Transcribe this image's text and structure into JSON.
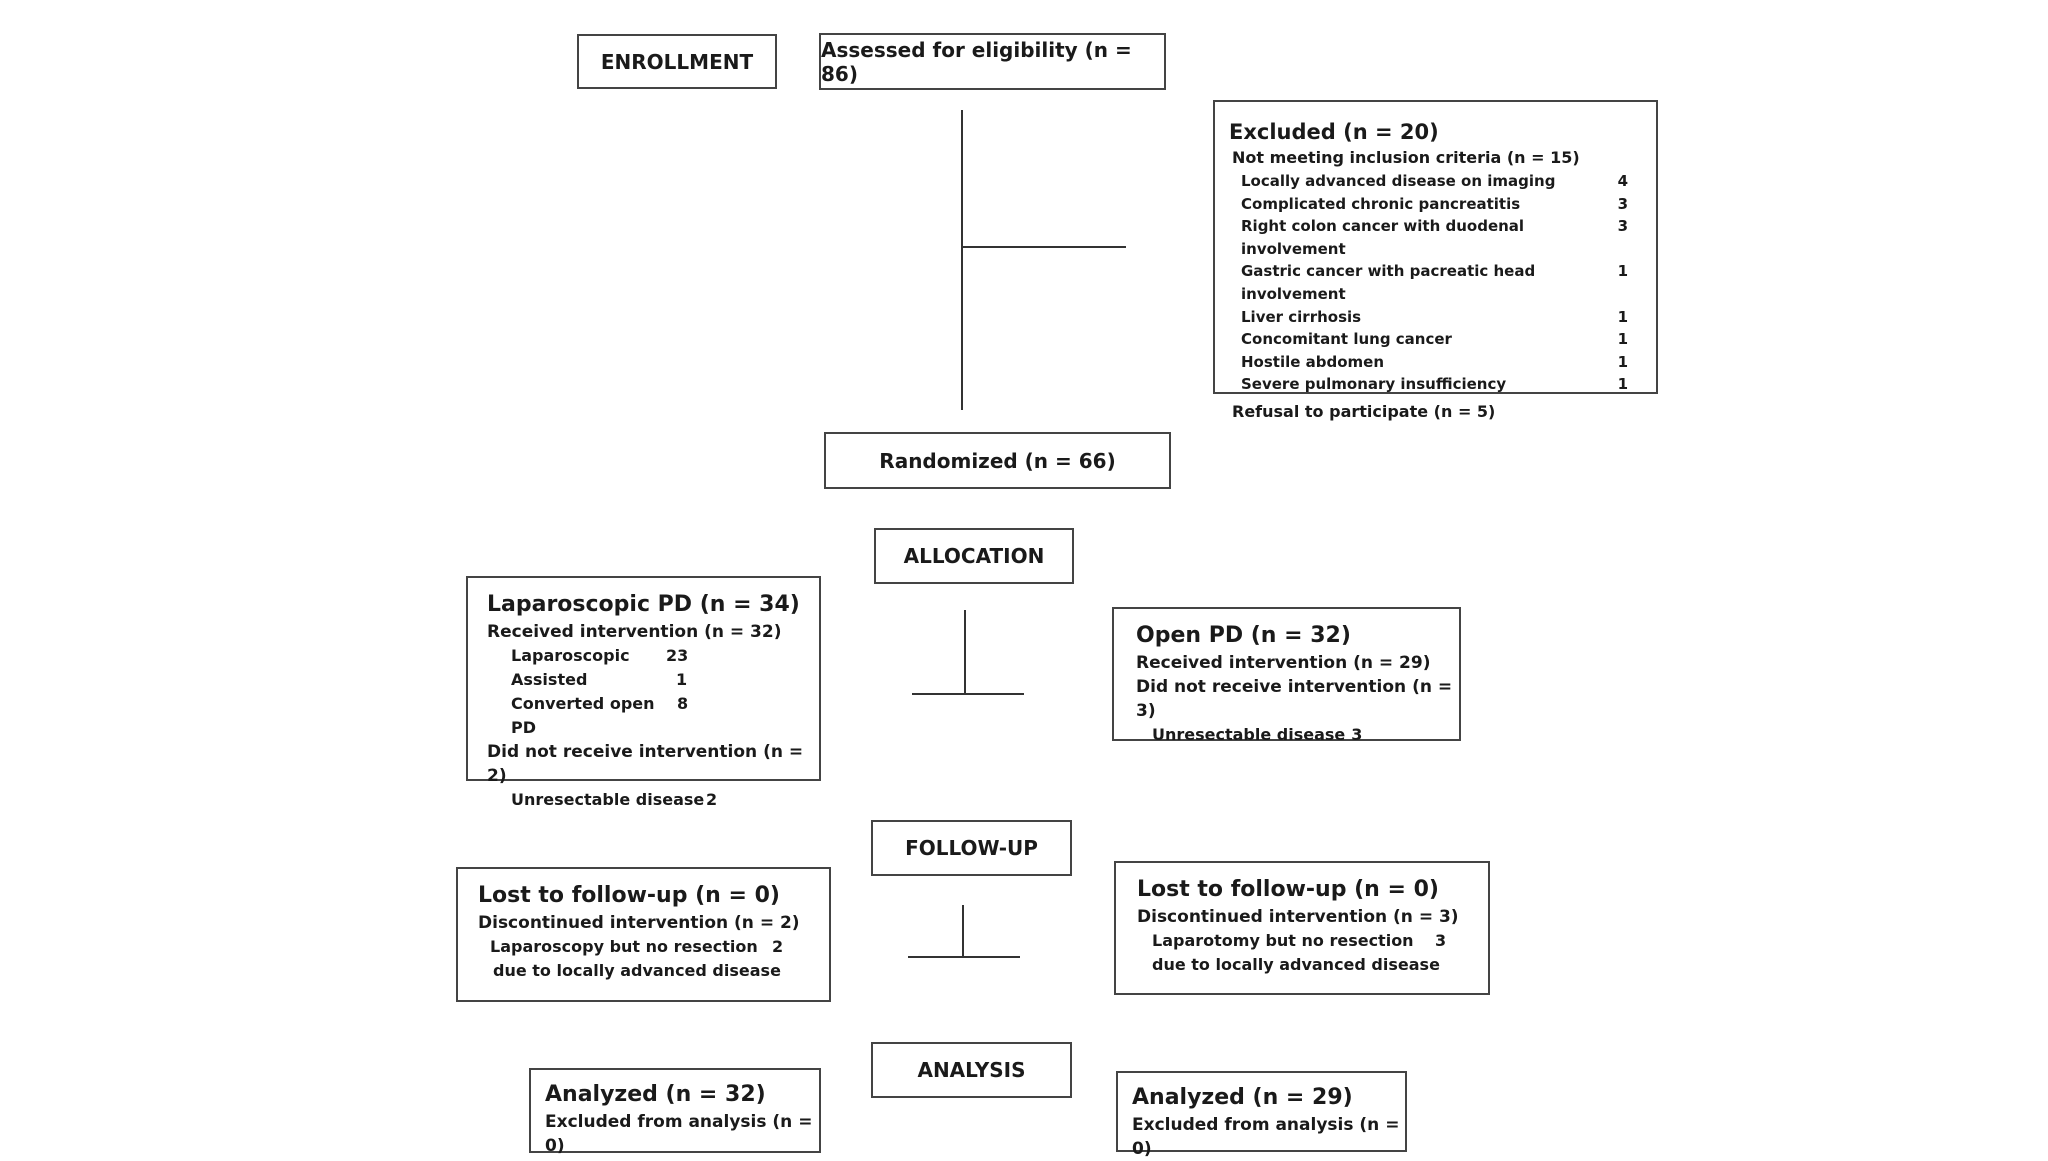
{
  "stage_labels": {
    "enrollment": "ENROLLMENT",
    "allocation": "ALLOCATION",
    "follow_up": "FOLLOW-UP",
    "analysis": "ANALYSIS"
  },
  "assessed": "Assessed for eligibility (n = 86)",
  "excluded": {
    "title": "Excluded (n = 20)",
    "not_meeting": "Not meeting inclusion criteria (n = 15)",
    "reasons": [
      {
        "label": "Locally advanced disease on imaging",
        "count": "4"
      },
      {
        "label": "Complicated chronic pancreatitis",
        "count": "3"
      },
      {
        "label": "Right colon cancer with duodenal involvement",
        "count": "3"
      },
      {
        "label": "Gastric cancer with pacreatic head involvement",
        "count": "1"
      },
      {
        "label": "Liver cirrhosis",
        "count": "1"
      },
      {
        "label": "Concomitant lung cancer",
        "count": "1"
      },
      {
        "label": "Hostile abdomen",
        "count": "1"
      },
      {
        "label": "Severe pulmonary insufficiency",
        "count": "1"
      }
    ],
    "refusal": "Refusal to participate (n = 5)"
  },
  "randomized": "Randomized (n = 66)",
  "lap_alloc": {
    "title": "Laparoscopic PD (n = 34)",
    "received": "Received intervention (n = 32)",
    "items": [
      {
        "label": "Laparoscopic",
        "count": "23"
      },
      {
        "label": "Assisted",
        "count": "1"
      },
      {
        "label": "Converted open PD",
        "count": "8"
      }
    ],
    "not_received": "Did not receive intervention (n = 2)",
    "unresectable": {
      "label": "Unresectable disease",
      "count": "2"
    }
  },
  "open_alloc": {
    "title": "Open PD (n = 32)",
    "received": "Received intervention (n = 29)",
    "not_received": "Did not receive intervention (n = 3)",
    "unresectable": {
      "label": "Unresectable disease",
      "count": "3"
    }
  },
  "lap_follow": {
    "title": "Lost to follow-up (n = 0)",
    "discontinued": "Discontinued intervention  (n = 2)",
    "reason_line1": "Laparoscopy but no resection",
    "count": "2",
    "reason_line2": "due to locally advanced disease"
  },
  "open_follow": {
    "title": "Lost to follow-up (n = 0)",
    "discontinued": "Discontinued intervention (n = 3)",
    "reason_line1": "Laparotomy but no resection",
    "count": "3",
    "reason_line2": "due to locally advanced disease"
  },
  "lap_analysis": {
    "title": "Analyzed (n = 32)",
    "excluded": "Excluded from analysis (n = 0)"
  },
  "open_analysis": {
    "title": "Analyzed (n = 29)",
    "excluded": "Excluded from analysis (n = 0)"
  }
}
